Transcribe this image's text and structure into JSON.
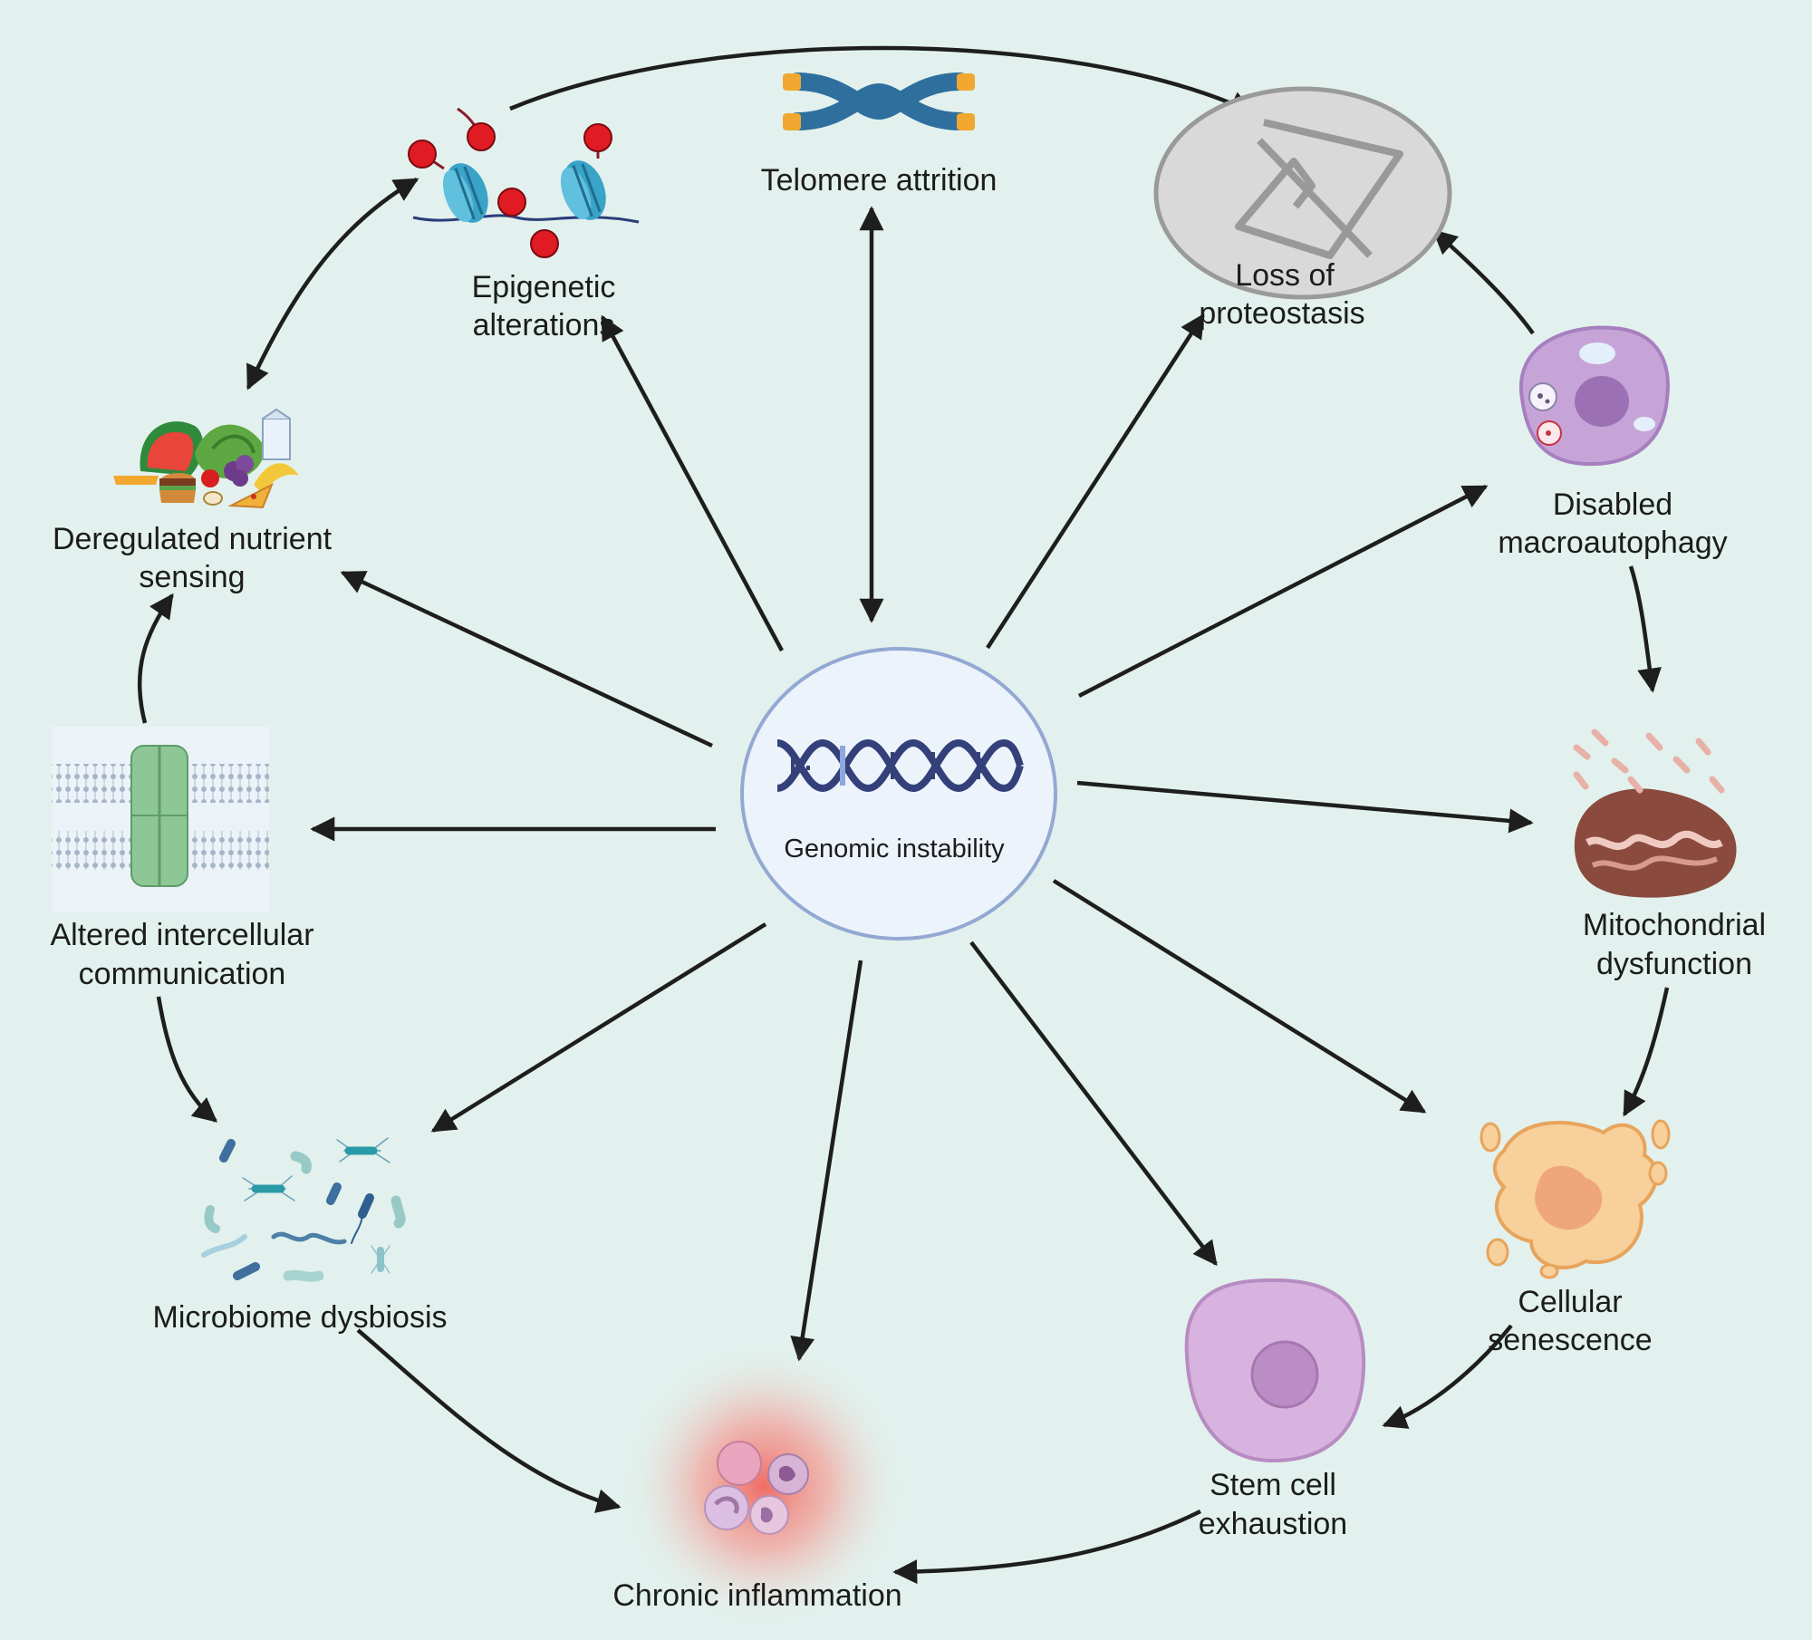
{
  "diagram": {
    "center": {
      "label": "Genomic instability",
      "icon": "dna-icon"
    },
    "nodes": [
      {
        "id": "telomere",
        "lines": [
          "Telomere attrition"
        ],
        "icon": "chromosome-icon"
      },
      {
        "id": "epigenetic",
        "lines": [
          "Epigenetic",
          "alterations"
        ],
        "icon": "nucleosome-icon"
      },
      {
        "id": "proteostasis",
        "lines": [
          "Loss of",
          "proteostasis"
        ],
        "icon": "misfolded-protein-icon"
      },
      {
        "id": "autophagy",
        "lines": [
          "Disabled",
          "macroautophagy"
        ],
        "icon": "autophagy-cell-icon"
      },
      {
        "id": "mitochondrial",
        "lines": [
          "Mitochondrial",
          "dysfunction"
        ],
        "icon": "mitochondrion-icon"
      },
      {
        "id": "senescence",
        "lines": [
          "Cellular",
          "senescence"
        ],
        "icon": "senescent-cell-icon"
      },
      {
        "id": "stemcell",
        "lines": [
          "Stem cell",
          "exhaustion"
        ],
        "icon": "stem-cell-icon"
      },
      {
        "id": "inflammation",
        "lines": [
          "Chronic inflammation"
        ],
        "icon": "immune-cells-icon"
      },
      {
        "id": "microbiome",
        "lines": [
          "Microbiome dysbiosis"
        ],
        "icon": "bacteria-icon"
      },
      {
        "id": "intercellular",
        "lines": [
          "Altered intercellular",
          "communication"
        ],
        "icon": "membrane-channel-icon"
      },
      {
        "id": "nutrient",
        "lines": [
          "Deregulated nutrient",
          "sensing"
        ],
        "icon": "food-icon"
      }
    ],
    "edges": [
      {
        "from": "genomic",
        "to": "telomere",
        "direction": "both"
      },
      {
        "from": "genomic",
        "to": "epigenetic",
        "direction": "forward"
      },
      {
        "from": "genomic",
        "to": "proteostasis",
        "direction": "forward"
      },
      {
        "from": "genomic",
        "to": "autophagy",
        "direction": "forward"
      },
      {
        "from": "genomic",
        "to": "mitochondrial",
        "direction": "forward"
      },
      {
        "from": "genomic",
        "to": "senescence",
        "direction": "forward"
      },
      {
        "from": "genomic",
        "to": "stemcell",
        "direction": "forward"
      },
      {
        "from": "genomic",
        "to": "inflammation",
        "direction": "forward"
      },
      {
        "from": "genomic",
        "to": "microbiome",
        "direction": "forward"
      },
      {
        "from": "genomic",
        "to": "intercellular",
        "direction": "forward"
      },
      {
        "from": "genomic",
        "to": "nutrient",
        "direction": "forward"
      },
      {
        "from": "epigenetic",
        "to": "proteostasis",
        "direction": "forward"
      },
      {
        "from": "autophagy",
        "to": "proteostasis",
        "direction": "forward"
      },
      {
        "from": "autophagy",
        "to": "mitochondrial",
        "direction": "forward"
      },
      {
        "from": "mitochondrial",
        "to": "senescence",
        "direction": "forward"
      },
      {
        "from": "senescence",
        "to": "stemcell",
        "direction": "forward"
      },
      {
        "from": "stemcell",
        "to": "inflammation",
        "direction": "forward"
      },
      {
        "from": "microbiome",
        "to": "inflammation",
        "direction": "forward"
      },
      {
        "from": "intercellular",
        "to": "microbiome",
        "direction": "forward"
      },
      {
        "from": "intercellular",
        "to": "nutrient",
        "direction": "forward"
      },
      {
        "from": "nutrient",
        "to": "epigenetic",
        "direction": "both"
      }
    ]
  },
  "colors": {
    "background": "#e2f1ed",
    "arrow": "#1e1e1e",
    "center_fill": "#edf3fb",
    "center_stroke": "#93a8d3",
    "dna": "#34407a"
  }
}
